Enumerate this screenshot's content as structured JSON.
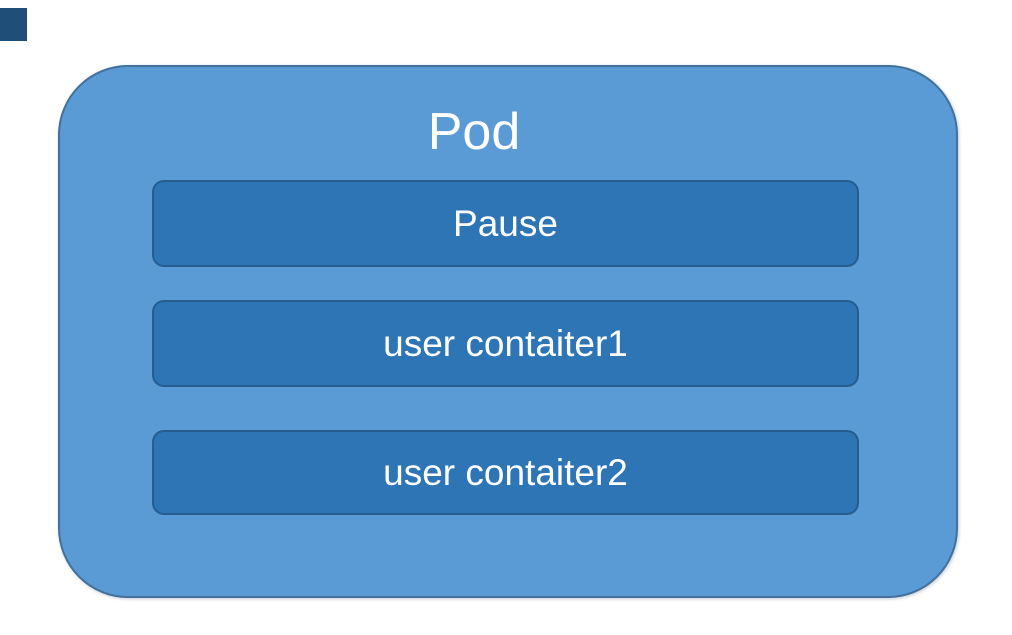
{
  "pod": {
    "title": "Pod",
    "containers": [
      {
        "label": "Pause"
      },
      {
        "label": "user contaiter1"
      },
      {
        "label": "user contaiter2"
      }
    ]
  },
  "colors": {
    "pod_fill": "#5B9BD5",
    "pod_border": "#41719C",
    "bar_fill": "#2E75B6",
    "text": "#FFFFFF",
    "marker": "#1F4E79"
  }
}
